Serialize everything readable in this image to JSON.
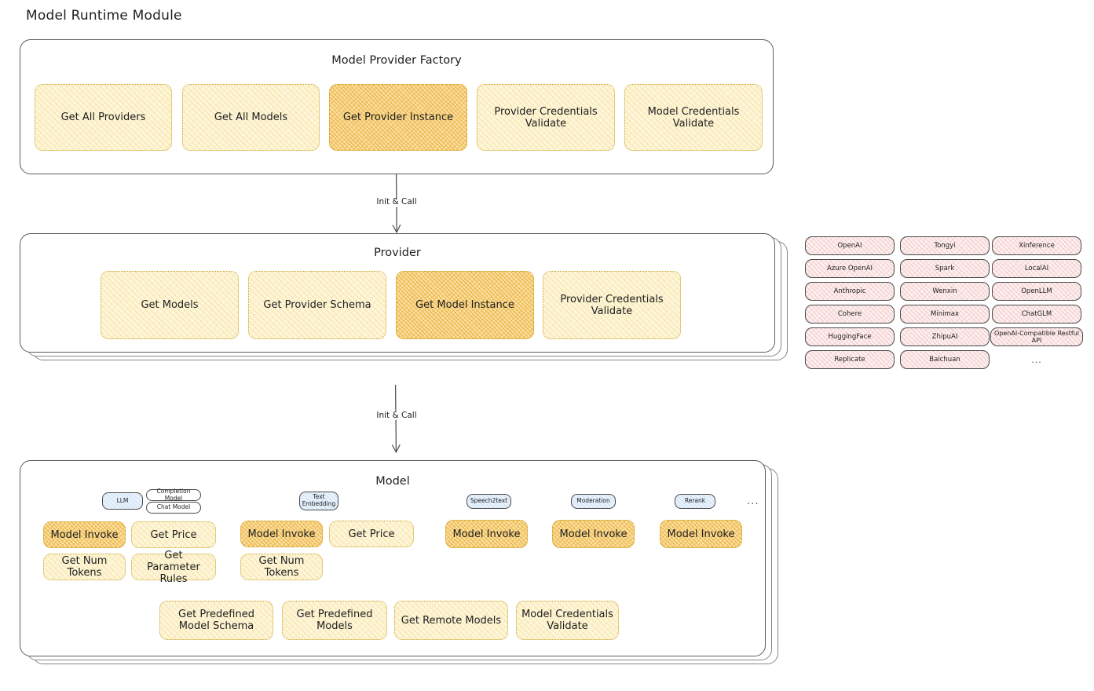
{
  "page": {
    "title": "Model Runtime Module"
  },
  "arrows": [
    {
      "label": "Init & Call"
    },
    {
      "label": "Init & Call"
    }
  ],
  "factory": {
    "title": "Model Provider Factory",
    "items": [
      {
        "label": "Get All Providers",
        "highlight": false
      },
      {
        "label": "Get All Models",
        "highlight": false
      },
      {
        "label": "Get Provider Instance",
        "highlight": true
      },
      {
        "label": "Provider Credentials Validate",
        "highlight": false
      },
      {
        "label": "Model Credentials Validate",
        "highlight": false
      }
    ]
  },
  "provider": {
    "title": "Provider",
    "items": [
      {
        "label": "Get Models",
        "highlight": false
      },
      {
        "label": "Get Provider Schema",
        "highlight": false
      },
      {
        "label": "Get Model Instance",
        "highlight": true
      },
      {
        "label": "Provider Credentials Validate",
        "highlight": false
      }
    ]
  },
  "provider_list": {
    "columns": [
      [
        "OpenAI",
        "Azure OpenAI",
        "Anthropic",
        "Cohere",
        "HuggingFace",
        "Replicate"
      ],
      [
        "Tongyi",
        "Spark",
        "Wenxin",
        "Minimax",
        "ZhipuAI",
        "Baichuan"
      ],
      [
        "Xinference",
        "LocalAI",
        "OpenLLM",
        "ChatGLM",
        "OpenAI-Compatible Restful API"
      ]
    ],
    "more": "..."
  },
  "model": {
    "title": "Model",
    "more": "...",
    "types": [
      {
        "name": "LLM",
        "subtypes": [
          "Completion Model",
          "Chat Model"
        ],
        "actions": [
          "Model Invoke",
          "Get Price",
          "Get Num Tokens",
          "Get Parameter Rules"
        ]
      },
      {
        "name": "Text Embedding",
        "subtypes": [],
        "actions": [
          "Model Invoke",
          "Get Price",
          "Get Num Tokens"
        ]
      },
      {
        "name": "Speech2text",
        "subtypes": [],
        "actions": [
          "Model Invoke"
        ]
      },
      {
        "name": "Moderation",
        "subtypes": [],
        "actions": [
          "Model Invoke"
        ]
      },
      {
        "name": "Rerank",
        "subtypes": [],
        "actions": [
          "Model Invoke"
        ]
      }
    ],
    "common_actions": [
      "Get Predefined Model Schema",
      "Get Predefined Models",
      "Get Remote Models",
      "Model Credentials Validate"
    ]
  },
  "colors": {
    "accent_amber": "#fdf6dd",
    "accent_amber_highlight": "#fbe2a6",
    "chip_pink": "#fdf0f0",
    "badge_blue": "#e9f2fb",
    "stroke": "#1e1e1e"
  }
}
